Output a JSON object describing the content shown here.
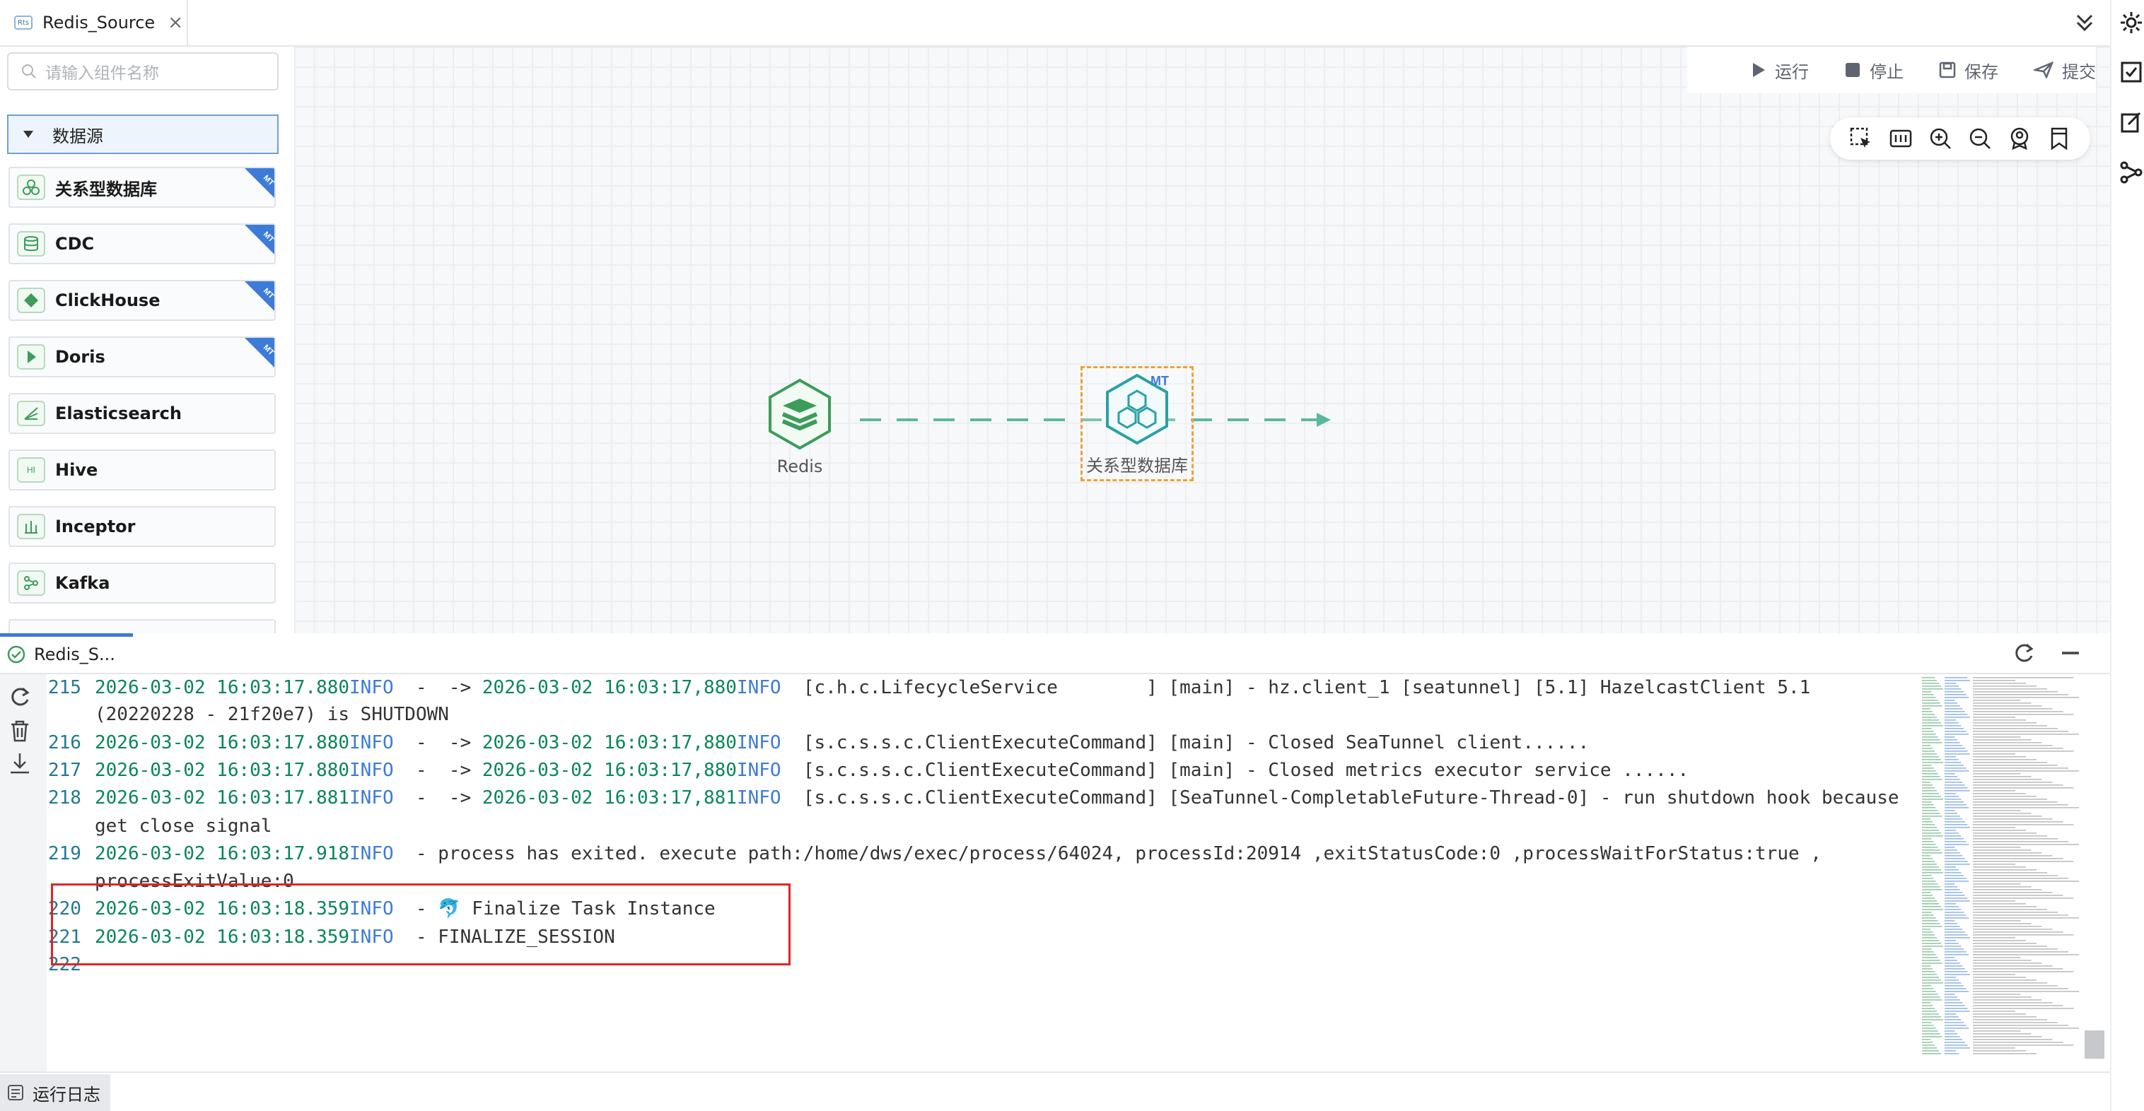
{
  "tabbar": {
    "tab_badge": "Rts",
    "tab_title": "Redis_Source",
    "close_glyph": "×"
  },
  "search": {
    "placeholder": "请输入组件名称"
  },
  "palette": {
    "group_label": "数据源",
    "items": [
      {
        "label": "关系型数据库",
        "icon": "relational-db-icon",
        "mt_badge": "MT"
      },
      {
        "label": "CDC",
        "icon": "cdc-icon",
        "mt_badge": "MT"
      },
      {
        "label": "ClickHouse",
        "icon": "clickhouse-icon",
        "mt_badge": "MT"
      },
      {
        "label": "Doris",
        "icon": "doris-icon",
        "mt_badge": "MT"
      },
      {
        "label": "Elasticsearch",
        "icon": "elasticsearch-icon"
      },
      {
        "label": "Hive",
        "icon": "hive-icon",
        "icon_text": "HI"
      },
      {
        "label": "Inceptor",
        "icon": "inceptor-icon"
      },
      {
        "label": "Kafka",
        "icon": "kafka-icon"
      }
    ]
  },
  "actions": {
    "run": "运行",
    "stop": "停止",
    "save": "保存",
    "submit": "提交"
  },
  "toolbar_icons": [
    "box-select-icon",
    "fit-view-icon",
    "zoom-in-icon",
    "zoom-out-icon",
    "locate-icon",
    "bookmark-icon"
  ],
  "canvas": {
    "source_node": {
      "label": "Redis"
    },
    "target_node": {
      "label": "关系型数据库",
      "badge": "MT"
    }
  },
  "log": {
    "tab_title": "Redis_S...",
    "lines": [
      {
        "n": "215",
        "ts": "2026-03-02 16:03:17.880",
        "lv": "INFO",
        "mid": "  -  -> ",
        "ts2": "2026-03-02 16:03:17,880",
        "lv2": "INFO",
        "rest": "  [c.h.c.LifecycleService        ] [main] - hz.client_1 [seatunnel] [5.1] HazelcastClient 5.1"
      },
      {
        "n": "",
        "plain": "(20220228 - 21f20e7) is SHUTDOWN"
      },
      {
        "n": "216",
        "ts": "2026-03-02 16:03:17.880",
        "lv": "INFO",
        "mid": "  -  -> ",
        "ts2": "2026-03-02 16:03:17,880",
        "lv2": "INFO",
        "rest": "  [s.c.s.s.c.ClientExecuteCommand] [main] - Closed SeaTunnel client......"
      },
      {
        "n": "217",
        "ts": "2026-03-02 16:03:17.880",
        "lv": "INFO",
        "mid": "  -  -> ",
        "ts2": "2026-03-02 16:03:17,880",
        "lv2": "INFO",
        "rest": "  [s.c.s.s.c.ClientExecuteCommand] [main] - Closed metrics executor service ......"
      },
      {
        "n": "218",
        "ts": "2026-03-02 16:03:17.881",
        "lv": "INFO",
        "mid": "  -  -> ",
        "ts2": "2026-03-02 16:03:17,881",
        "lv2": "INFO",
        "rest": "  [s.c.s.s.c.ClientExecuteCommand] [SeaTunnel-CompletableFuture-Thread-0] - run shutdown hook because"
      },
      {
        "n": "",
        "plain": "get close signal"
      },
      {
        "n": "219",
        "ts": "2026-03-02 16:03:17.918",
        "lv": "INFO",
        "mid": "",
        "ts2": "",
        "lv2": "",
        "rest": "  - process has exited. execute path:/home/dws/exec/process/64024, processId:20914 ,exitStatusCode:0 ,processWaitForStatus:true ,"
      },
      {
        "n": "",
        "plain": "processExitValue:0"
      },
      {
        "n": "220",
        "ts": "2026-03-02 16:03:18.359",
        "lv": "INFO",
        "mid": "",
        "ts2": "",
        "lv2": "",
        "rest": "  - 🐬 Finalize Task Instance"
      },
      {
        "n": "221",
        "ts": "2026-03-02 16:03:18.359",
        "lv": "INFO",
        "mid": "",
        "ts2": "",
        "lv2": "",
        "rest": "  - FINALIZE_SESSION"
      },
      {
        "n": "222",
        "plain": ""
      }
    ]
  },
  "statusbar": {
    "run_log": "运行日志"
  },
  "colors": {
    "accent": "#3d7bd9",
    "node_green": "#3d9c5a",
    "node_teal": "#2aa1a6",
    "highlight": "#e02424",
    "selected_border": "#f0a035"
  }
}
